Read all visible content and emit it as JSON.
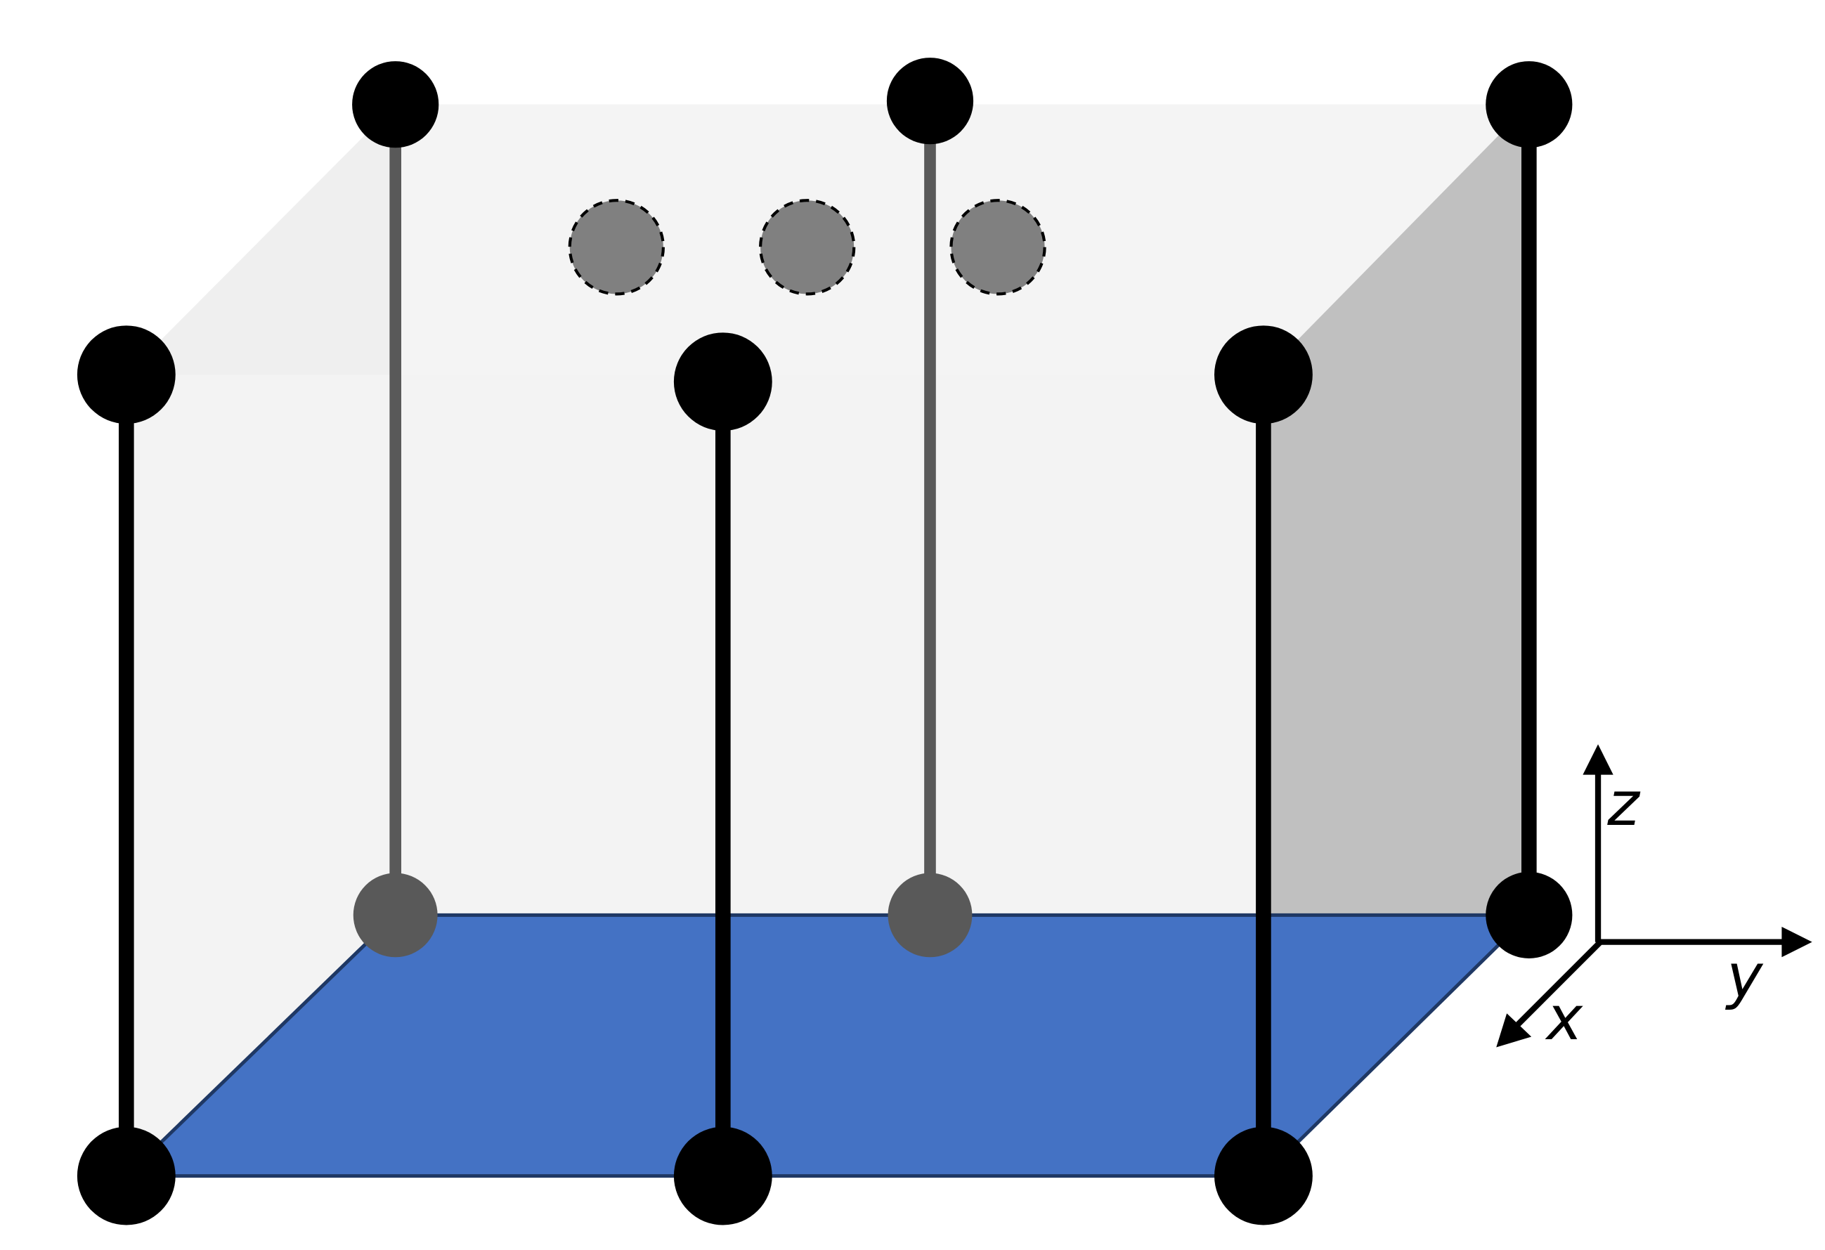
{
  "colors": {
    "background": "#ffffff",
    "box_face": "#f2f2f2",
    "box_right_face": "#c0c0c0",
    "floor": "#4472c4",
    "floor_edge": "#1f3864",
    "node_front": "#000000",
    "node_back": "#595959",
    "ghost_atom": "#808080",
    "axis": "#000000"
  },
  "axes": {
    "x_label": "x",
    "y_label": "y",
    "z_label": "z"
  },
  "counts": {
    "front_pillars": 3,
    "back_pillars": 3,
    "ghost_atoms": 3
  }
}
